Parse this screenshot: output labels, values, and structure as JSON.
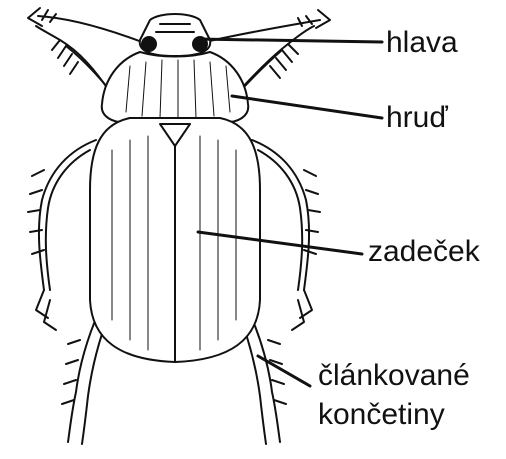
{
  "labels": {
    "head": "hlava",
    "thorax": "hruď",
    "abdomen": "zadeček",
    "legs_line1": "článkované",
    "legs_line2": "končetiny"
  },
  "colors": {
    "ink": "#111111",
    "background": "#ffffff"
  }
}
